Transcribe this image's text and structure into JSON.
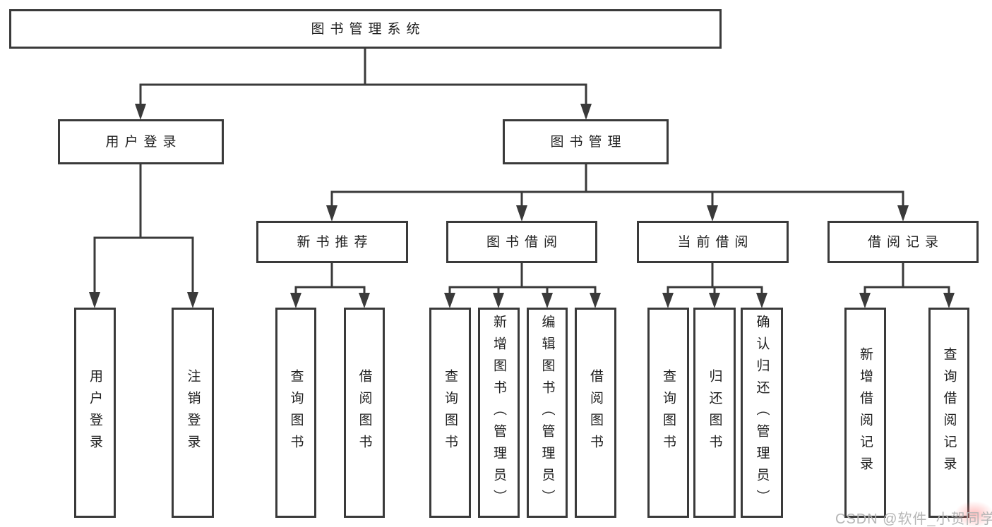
{
  "colors": {
    "line": "#3a3a3a",
    "node_bg": "#ffffff",
    "node_text": "#1f1f1f",
    "watermark_text": "#b5b5b5"
  },
  "watermark": {
    "text": "CSDN @软件_小贺同学"
  },
  "tree": {
    "root": {
      "label": "图书管理系统"
    },
    "children": [
      {
        "label": "用户登录",
        "children": [
          {
            "label": "用户登录"
          },
          {
            "label": "注销登录"
          }
        ]
      },
      {
        "label": "图书管理",
        "children": [
          {
            "label": "新书推荐",
            "children": [
              {
                "label": "查询图书"
              },
              {
                "label": "借阅图书"
              }
            ]
          },
          {
            "label": "图书借阅",
            "children": [
              {
                "label": "查询图书"
              },
              {
                "label": "新增图书（管理员）"
              },
              {
                "label": "编辑图书（管理员）"
              },
              {
                "label": "借阅图书"
              }
            ]
          },
          {
            "label": "当前借阅",
            "children": [
              {
                "label": "查询图书"
              },
              {
                "label": "归还图书"
              },
              {
                "label": "确认归还（管理员）"
              }
            ]
          },
          {
            "label": "借阅记录",
            "children": [
              {
                "label": "新增借阅记录"
              },
              {
                "label": "查询借阅记录"
              }
            ]
          }
        ]
      }
    ]
  }
}
